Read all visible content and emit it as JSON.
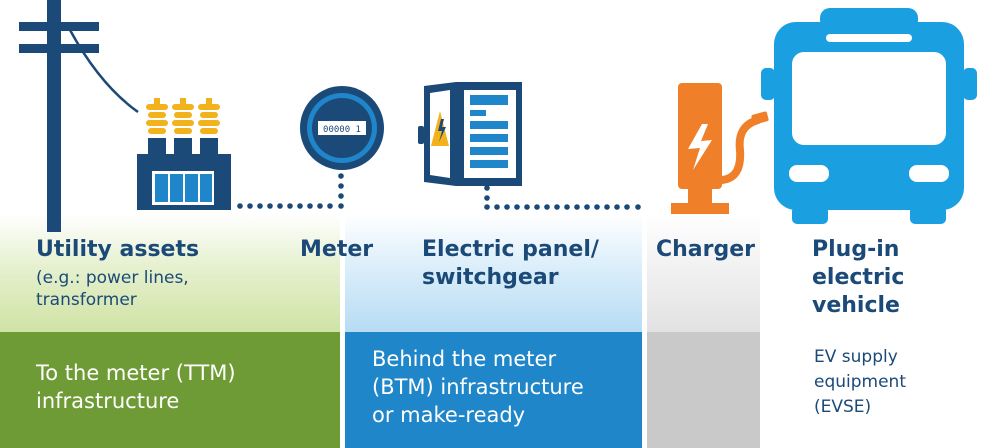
{
  "colors": {
    "navy": "#1b4a78",
    "green": "#6f9b36",
    "blue": "#1f86c9",
    "grey": "#c9c9c9",
    "gold": "#f2b21c",
    "orange": "#f07f2a",
    "bus_blue": "#1a9fe0"
  },
  "icons": [
    "utility-pole-icon",
    "transformer-icon",
    "meter-icon",
    "electric-panel-icon",
    "charger-icon",
    "electric-bus-icon"
  ],
  "labels": {
    "utility_assets": "Utility assets",
    "utility_sub_1": "(e.g.: power lines,",
    "utility_sub_2": "transformer",
    "meter": "Meter",
    "panel_1": "Electric panel/",
    "panel_2": "switchgear",
    "charger": "Charger",
    "vehicle_1": "Plug-in",
    "vehicle_2": "electric",
    "vehicle_3": "vehicle"
  },
  "meter_readout": "00000 1",
  "bands": {
    "ttm_1": "To the meter (TTM)",
    "ttm_2": "infrastructure",
    "btm_1": "Behind the meter",
    "btm_2": "(BTM) infrastructure",
    "btm_3": "or make-ready",
    "evse_1": "EV supply",
    "evse_2": "equipment",
    "evse_3": "(EVSE)"
  }
}
